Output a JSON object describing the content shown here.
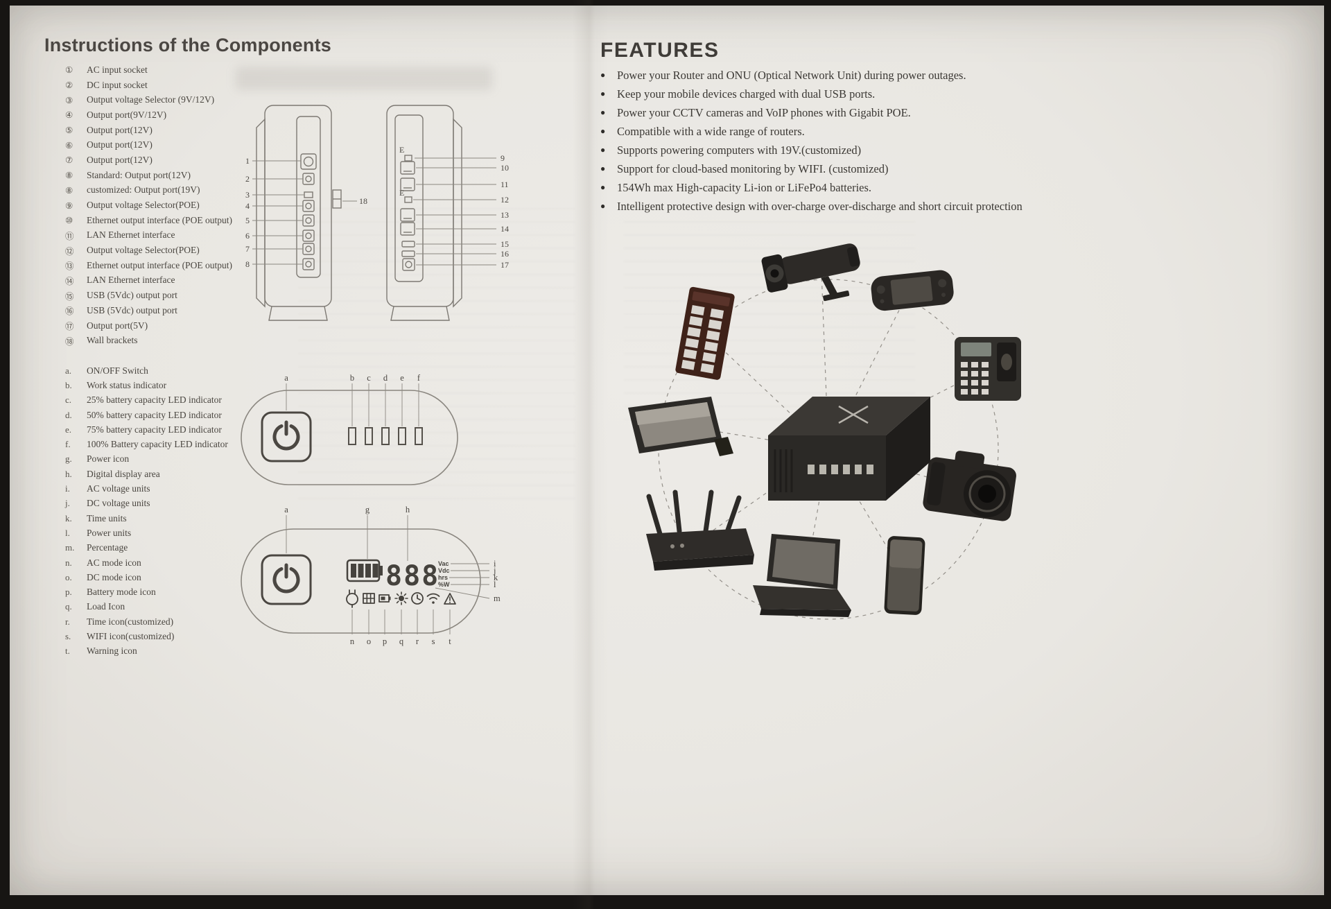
{
  "left_page": {
    "title": "Instructions of the Components",
    "numbered_items": [
      {
        "num": "①",
        "label": "AC input socket"
      },
      {
        "num": "②",
        "label": "DC input socket"
      },
      {
        "num": "③",
        "label": "Output voltage Selector (9V/12V)"
      },
      {
        "num": "④",
        "label": "Output port(9V/12V)"
      },
      {
        "num": "⑤",
        "label": "Output port(12V)"
      },
      {
        "num": "⑥",
        "label": "Output port(12V)"
      },
      {
        "num": "⑦",
        "label": "Output port(12V)"
      },
      {
        "num": "⑧",
        "label": "Standard:  Output port(12V)"
      },
      {
        "num": "⑧",
        "label": "customized:  Output port(19V)"
      },
      {
        "num": "⑨",
        "label": "Output voltage Selector(POE)"
      },
      {
        "num": "⑩",
        "label": "Ethernet output interface (POE output)"
      },
      {
        "num": "⑪",
        "label": "LAN Ethernet interface"
      },
      {
        "num": "⑫",
        "label": "Output voltage Selector(POE)"
      },
      {
        "num": "⑬",
        "label": "Ethernet output interface (POE output)"
      },
      {
        "num": "⑭",
        "label": "LAN Ethernet interface"
      },
      {
        "num": "⑮",
        "label": "USB (5Vdc) output port"
      },
      {
        "num": "⑯",
        "label": "USB (5Vdc) output port"
      },
      {
        "num": "⑰",
        "label": "Output port(5V)"
      },
      {
        "num": "⑱",
        "label": "Wall brackets"
      }
    ],
    "lettered_items": [
      {
        "letter": "a.",
        "label": "ON/OFF Switch"
      },
      {
        "letter": "b.",
        "label": "Work status indicator"
      },
      {
        "letter": "c.",
        "label": "25% battery capacity LED indicator"
      },
      {
        "letter": "d.",
        "label": "50% battery capacity LED indicator"
      },
      {
        "letter": "e.",
        "label": "75% battery capacity LED indicator"
      },
      {
        "letter": "f.",
        "label": "100% Battery capacity LED indicator"
      },
      {
        "letter": "g.",
        "label": "Power icon"
      },
      {
        "letter": "h.",
        "label": "Digital display area"
      },
      {
        "letter": "i.",
        "label": "AC voltage units"
      },
      {
        "letter": "j.",
        "label": "DC voltage units"
      },
      {
        "letter": "k.",
        "label": "Time units"
      },
      {
        "letter": "l.",
        "label": "Power units"
      },
      {
        "letter": "m.",
        "label": "Percentage"
      },
      {
        "letter": "n.",
        "label": "AC mode icon"
      },
      {
        "letter": "o.",
        "label": "DC mode icon"
      },
      {
        "letter": "p.",
        "label": "Battery mode icon"
      },
      {
        "letter": "q.",
        "label": "Load Icon"
      },
      {
        "letter": "r.",
        "label": "Time icon(customized)"
      },
      {
        "letter": "s.",
        "label": "WIFI icon(customized)"
      },
      {
        "letter": "t.",
        "label": "Warning icon"
      }
    ],
    "device_diagram": {
      "left_callouts": [
        "1",
        "2",
        "3",
        "4",
        "5",
        "6",
        "7",
        "8"
      ],
      "right_callouts": [
        "9",
        "10",
        "11",
        "12",
        "13",
        "14",
        "15",
        "16",
        "17"
      ],
      "bracket_callout": "18",
      "poe_marks": [
        "E",
        "E"
      ]
    },
    "panel_simple": {
      "button_label": "a",
      "led_labels": [
        "b",
        "c",
        "d",
        "e",
        "f"
      ]
    },
    "panel_display": {
      "top_labels": [
        "a",
        "g",
        "h"
      ],
      "digits": "888",
      "units": [
        "Vac",
        "Vdc",
        "hrs",
        "%W"
      ],
      "right_labels": [
        "i",
        "j",
        "k",
        "l",
        "m"
      ],
      "bottom_labels": [
        "n",
        "o",
        "p",
        "q",
        "r",
        "s",
        "t"
      ]
    }
  },
  "right_page": {
    "title": "FEATURES",
    "bullet_glyph": "●",
    "bullets": [
      "Power your Router and ONU (Optical Network Unit) during power outages.",
      "Keep your mobile devices charged with dual USB ports.",
      "Power your CCTV cameras and VoIP phones with Gigabit POE.",
      "Compatible with a wide range of routers.",
      "Supports powering computers with 19V.(customized)",
      "Support for cloud-based monitoring by WIFI. (customized)",
      "154Wh max High-capacity Li-ion or LiFePo4 batteries.",
      "Intelligent protective design with over-charge over-discharge and short circuit protection"
    ],
    "illustration": {
      "devices": [
        "cctv-camera",
        "handheld-game-console",
        "poe-network-switch",
        "access-control-terminal",
        "tablet",
        "dslr-camera",
        "wifi-router",
        "laptop",
        "smartphone",
        "ups-unit"
      ]
    }
  }
}
